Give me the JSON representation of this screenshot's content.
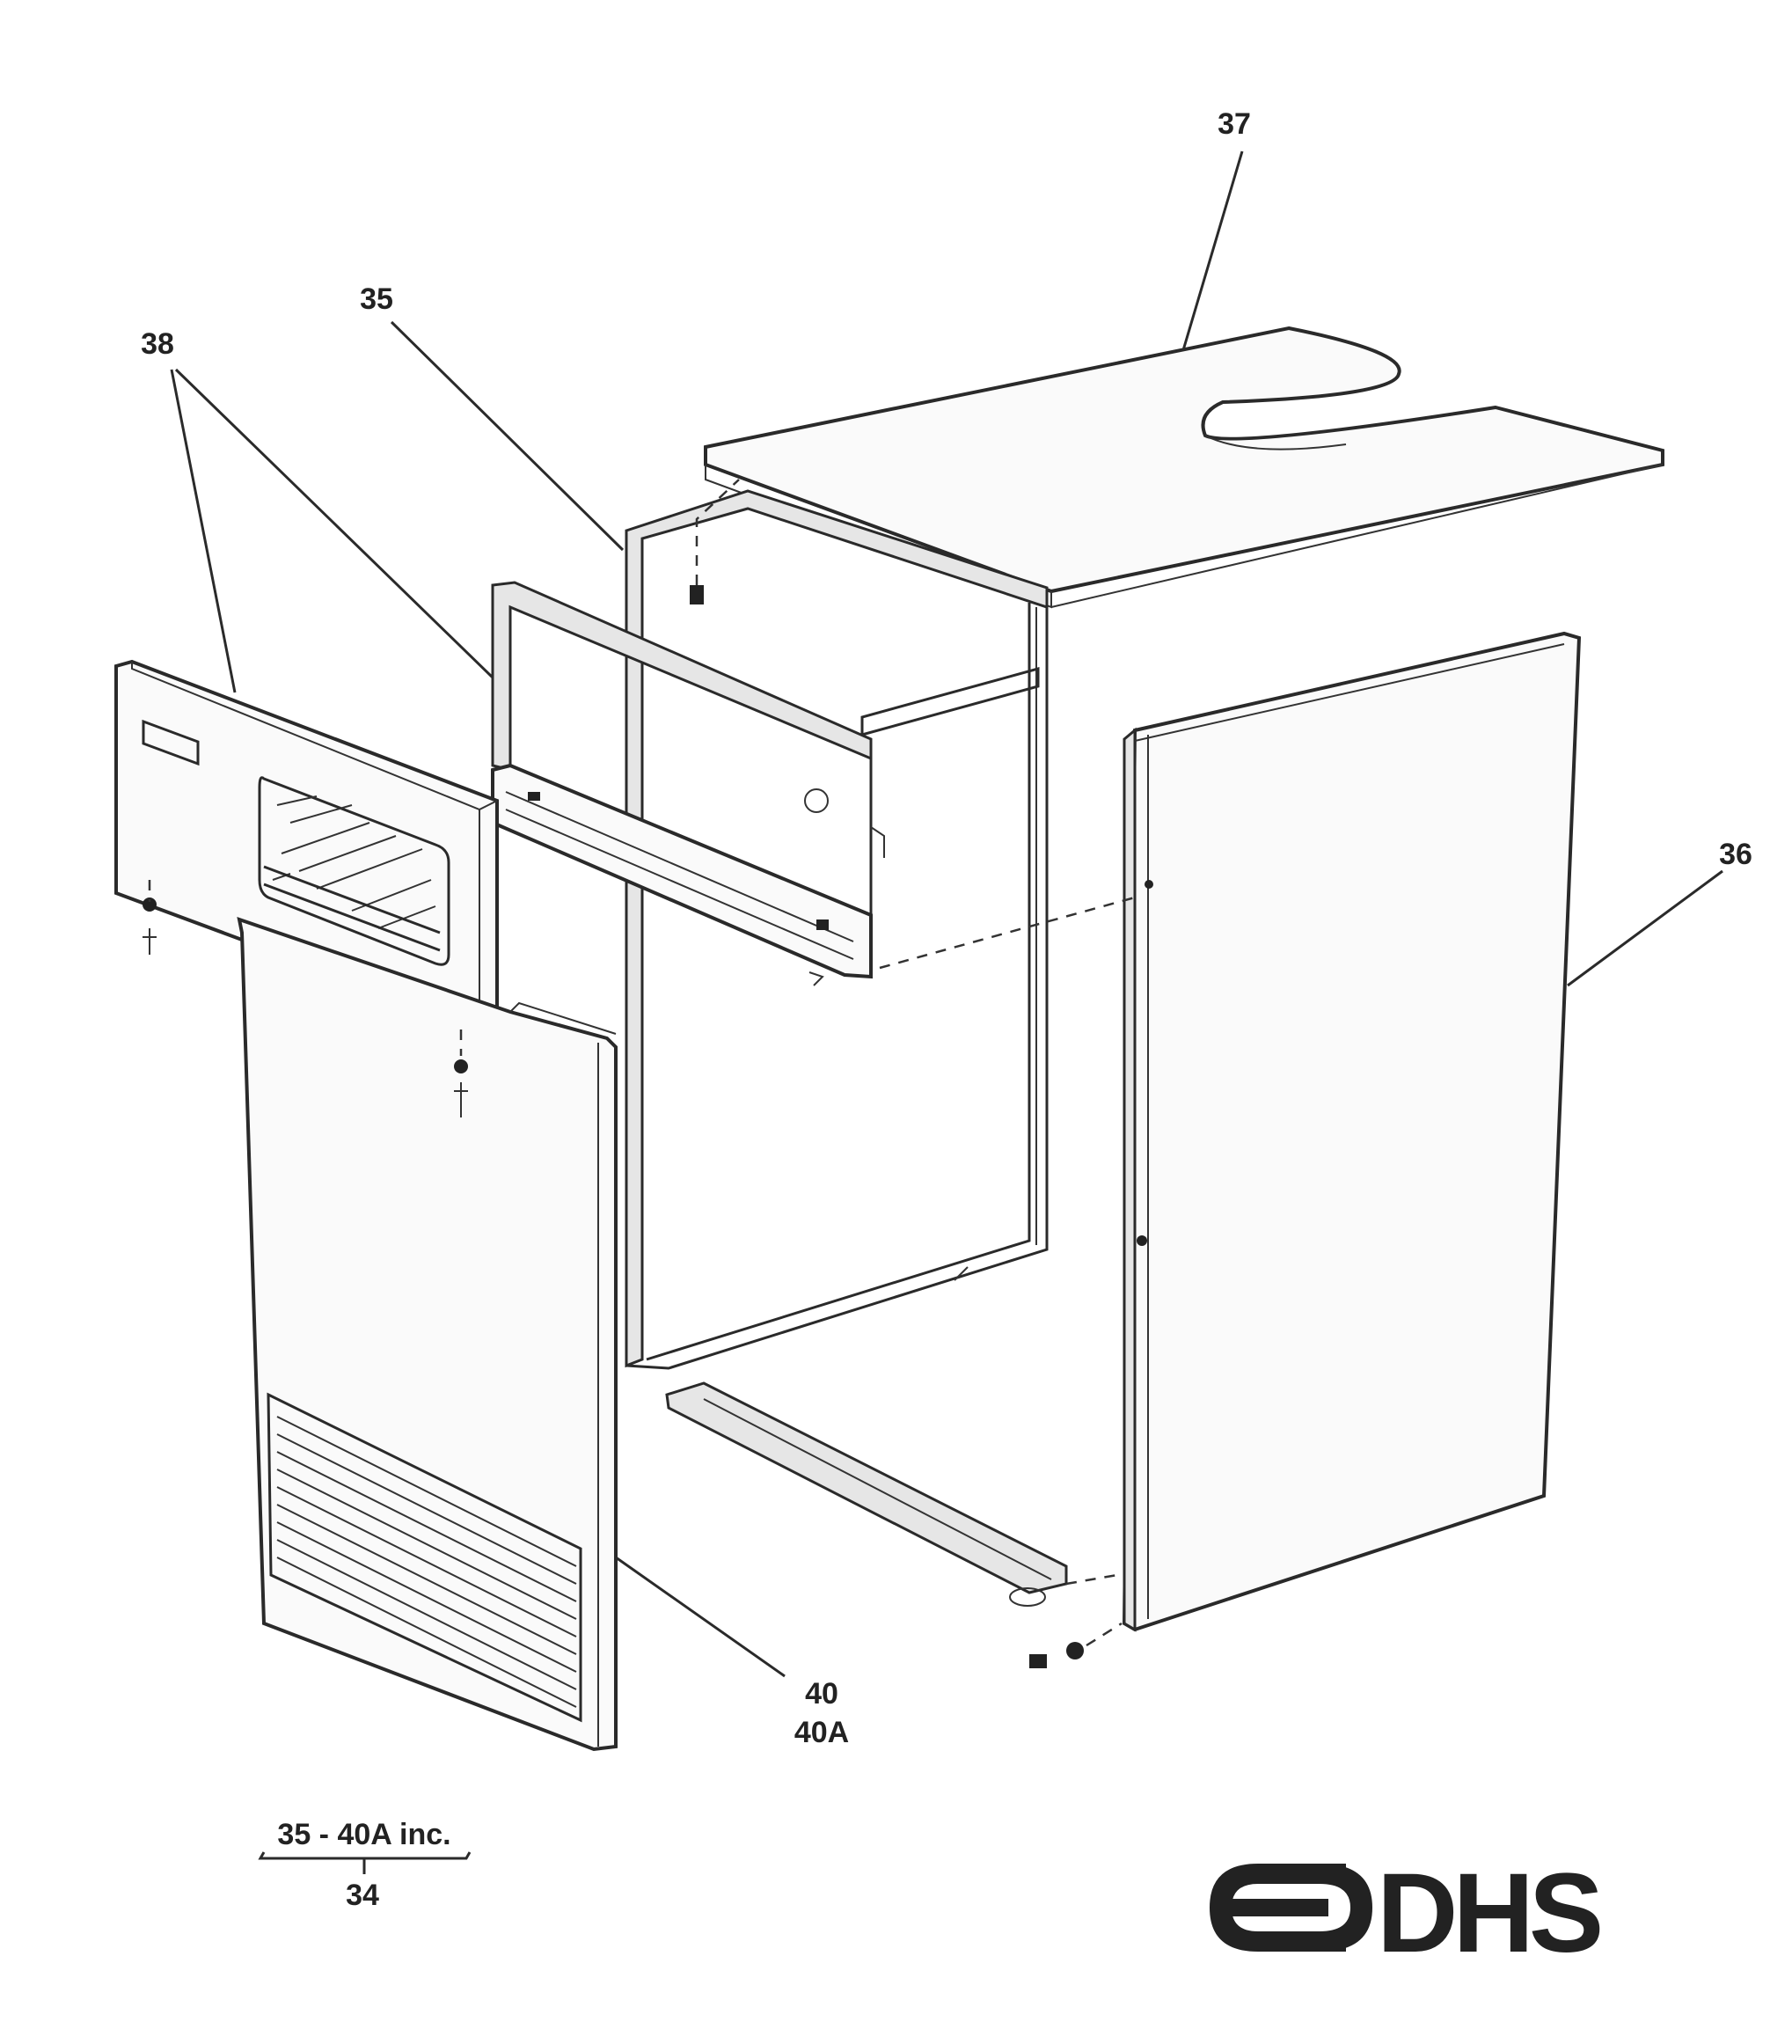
{
  "callouts": {
    "p37": "37",
    "p35": "35",
    "p38": "38",
    "p36": "36",
    "p40": "40",
    "p40a": "40A",
    "range": "35 - 40A inc.",
    "assembly": "34"
  },
  "logo": {
    "text": "DHS"
  }
}
